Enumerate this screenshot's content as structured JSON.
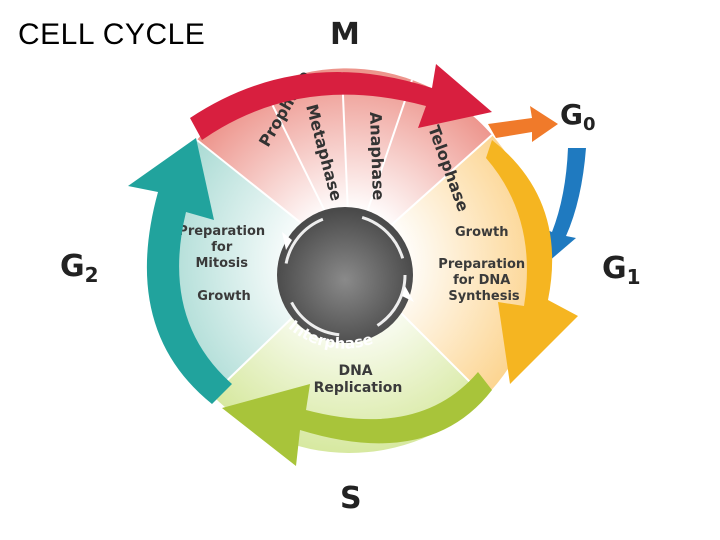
{
  "title": "CELL CYCLE",
  "stages": {
    "m": "M",
    "g0": "G",
    "g0_sub": "0",
    "g1": "G",
    "g1_sub": "1",
    "s": "S",
    "g2": "G",
    "g2_sub": "2"
  },
  "mitotic_phases": [
    "Prophase",
    "Metaphase",
    "Anaphase",
    "Telophase"
  ],
  "sections": {
    "g1": [
      "Growth",
      "Preparation",
      "for DNA",
      "Synthesis"
    ],
    "s": [
      "DNA",
      "Replication"
    ],
    "g2_top": [
      "Preparation",
      "for",
      "Mitosis"
    ],
    "g2_bottom": "Growth"
  },
  "interphase": "Interphase",
  "colors": {
    "m_arrow": "#d81f3f",
    "g0_arrow": "#f07a2a",
    "g0_return": "#1f7ac0",
    "g1_arrow": "#f5b521",
    "s_arrow": "#a8c43a",
    "g2_arrow": "#21a39d",
    "m_sector": "#f2a39c",
    "g1_sector": "#fde3b0",
    "s_sector": "#e4efb8",
    "g2_sector": "#c9e8e3",
    "hub": "#6b6b6b"
  }
}
